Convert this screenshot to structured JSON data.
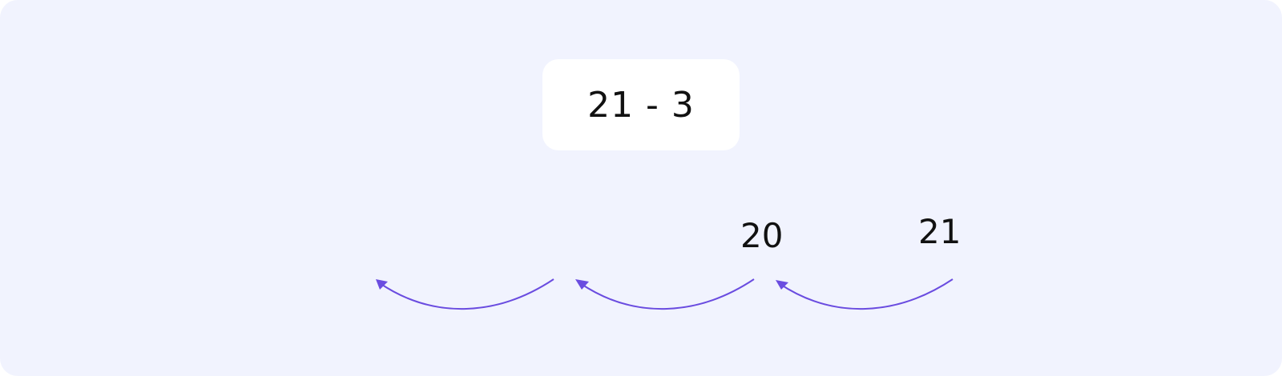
{
  "expression": "21 - 3",
  "number_labels": {
    "start": "21",
    "after_first_jump": "20"
  },
  "jumps": {
    "count": 3,
    "direction": "left",
    "color": "#6a4ce0"
  },
  "colors": {
    "background": "#f1f3fe",
    "card": "#ffffff",
    "text": "#111111",
    "arrow": "#6a4ce0"
  }
}
